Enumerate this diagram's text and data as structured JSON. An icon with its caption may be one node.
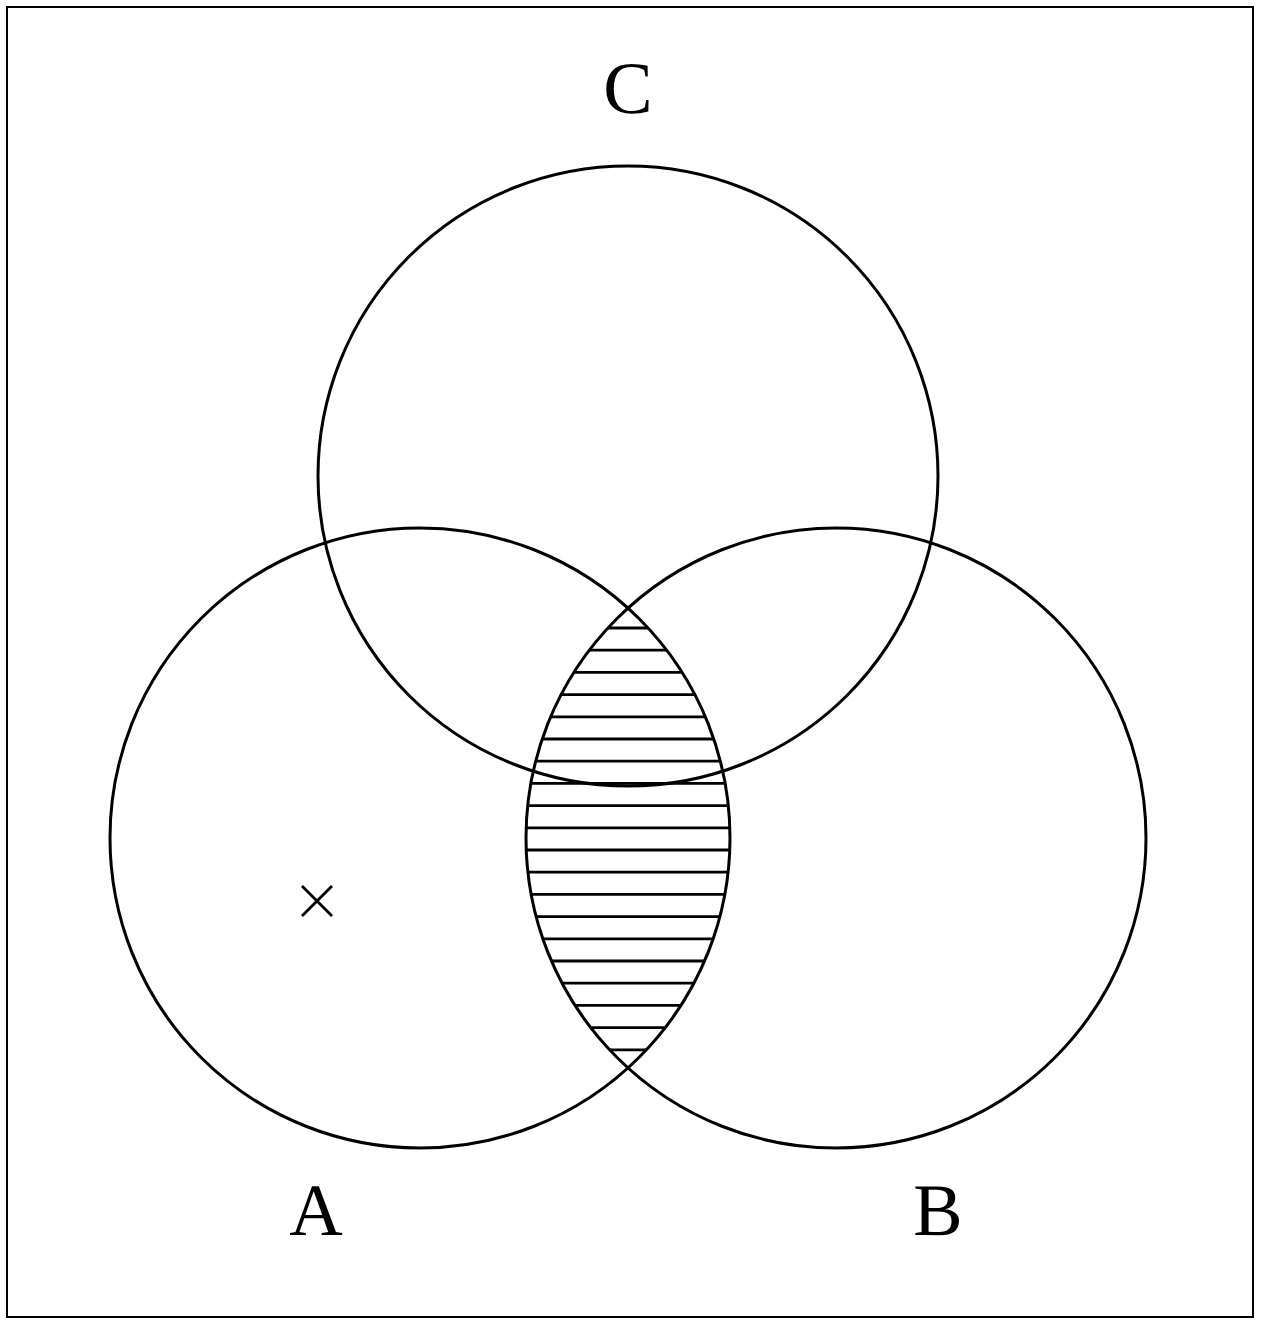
{
  "diagram": {
    "nodes": [
      {
        "text": [
          "C"
        ]
      },
      {
        "text": [
          "A"
        ]
      },
      {
        "text": [
          "B"
        ]
      }
    ]
  }
}
